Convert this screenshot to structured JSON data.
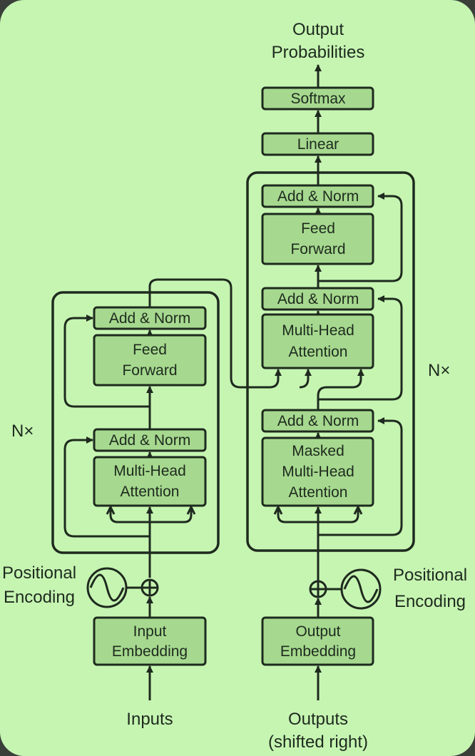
{
  "colors": {
    "page_background": "#c6f5b2",
    "block_fill": "#a6d98f",
    "stroke": "#1e2a1e",
    "frame": "#3a3f3a"
  },
  "title": {
    "line1": "Output",
    "line2": "Probabilities"
  },
  "encoder": {
    "repeat_label": "N×",
    "ffn_add_norm": "Add & Norm",
    "feed_forward": {
      "line1": "Feed",
      "line2": "Forward"
    },
    "mha_add_norm": "Add & Norm",
    "multi_head_attention": {
      "line1": "Multi-Head",
      "line2": "Attention"
    },
    "positional_encoding": {
      "line1": "Positional",
      "line2": "Encoding"
    },
    "input_embedding": {
      "line1": "Input",
      "line2": "Embedding"
    },
    "inputs_label": "Inputs"
  },
  "decoder": {
    "repeat_label": "N×",
    "softmax": "Softmax",
    "linear": "Linear",
    "ffn_add_norm": "Add & Norm",
    "feed_forward": {
      "line1": "Feed",
      "line2": "Forward"
    },
    "cross_add_norm": "Add & Norm",
    "multi_head_attention": {
      "line1": "Multi-Head",
      "line2": "Attention"
    },
    "masked_add_norm": "Add & Norm",
    "masked_attention": {
      "line1": "Masked",
      "line2": "Multi-Head",
      "line3": "Attention"
    },
    "positional_encoding": {
      "line1": "Positional",
      "line2": "Encoding"
    },
    "output_embedding": {
      "line1": "Output",
      "line2": "Embedding"
    },
    "outputs_label": {
      "line1": "Outputs",
      "line2": "(shifted right)"
    }
  }
}
